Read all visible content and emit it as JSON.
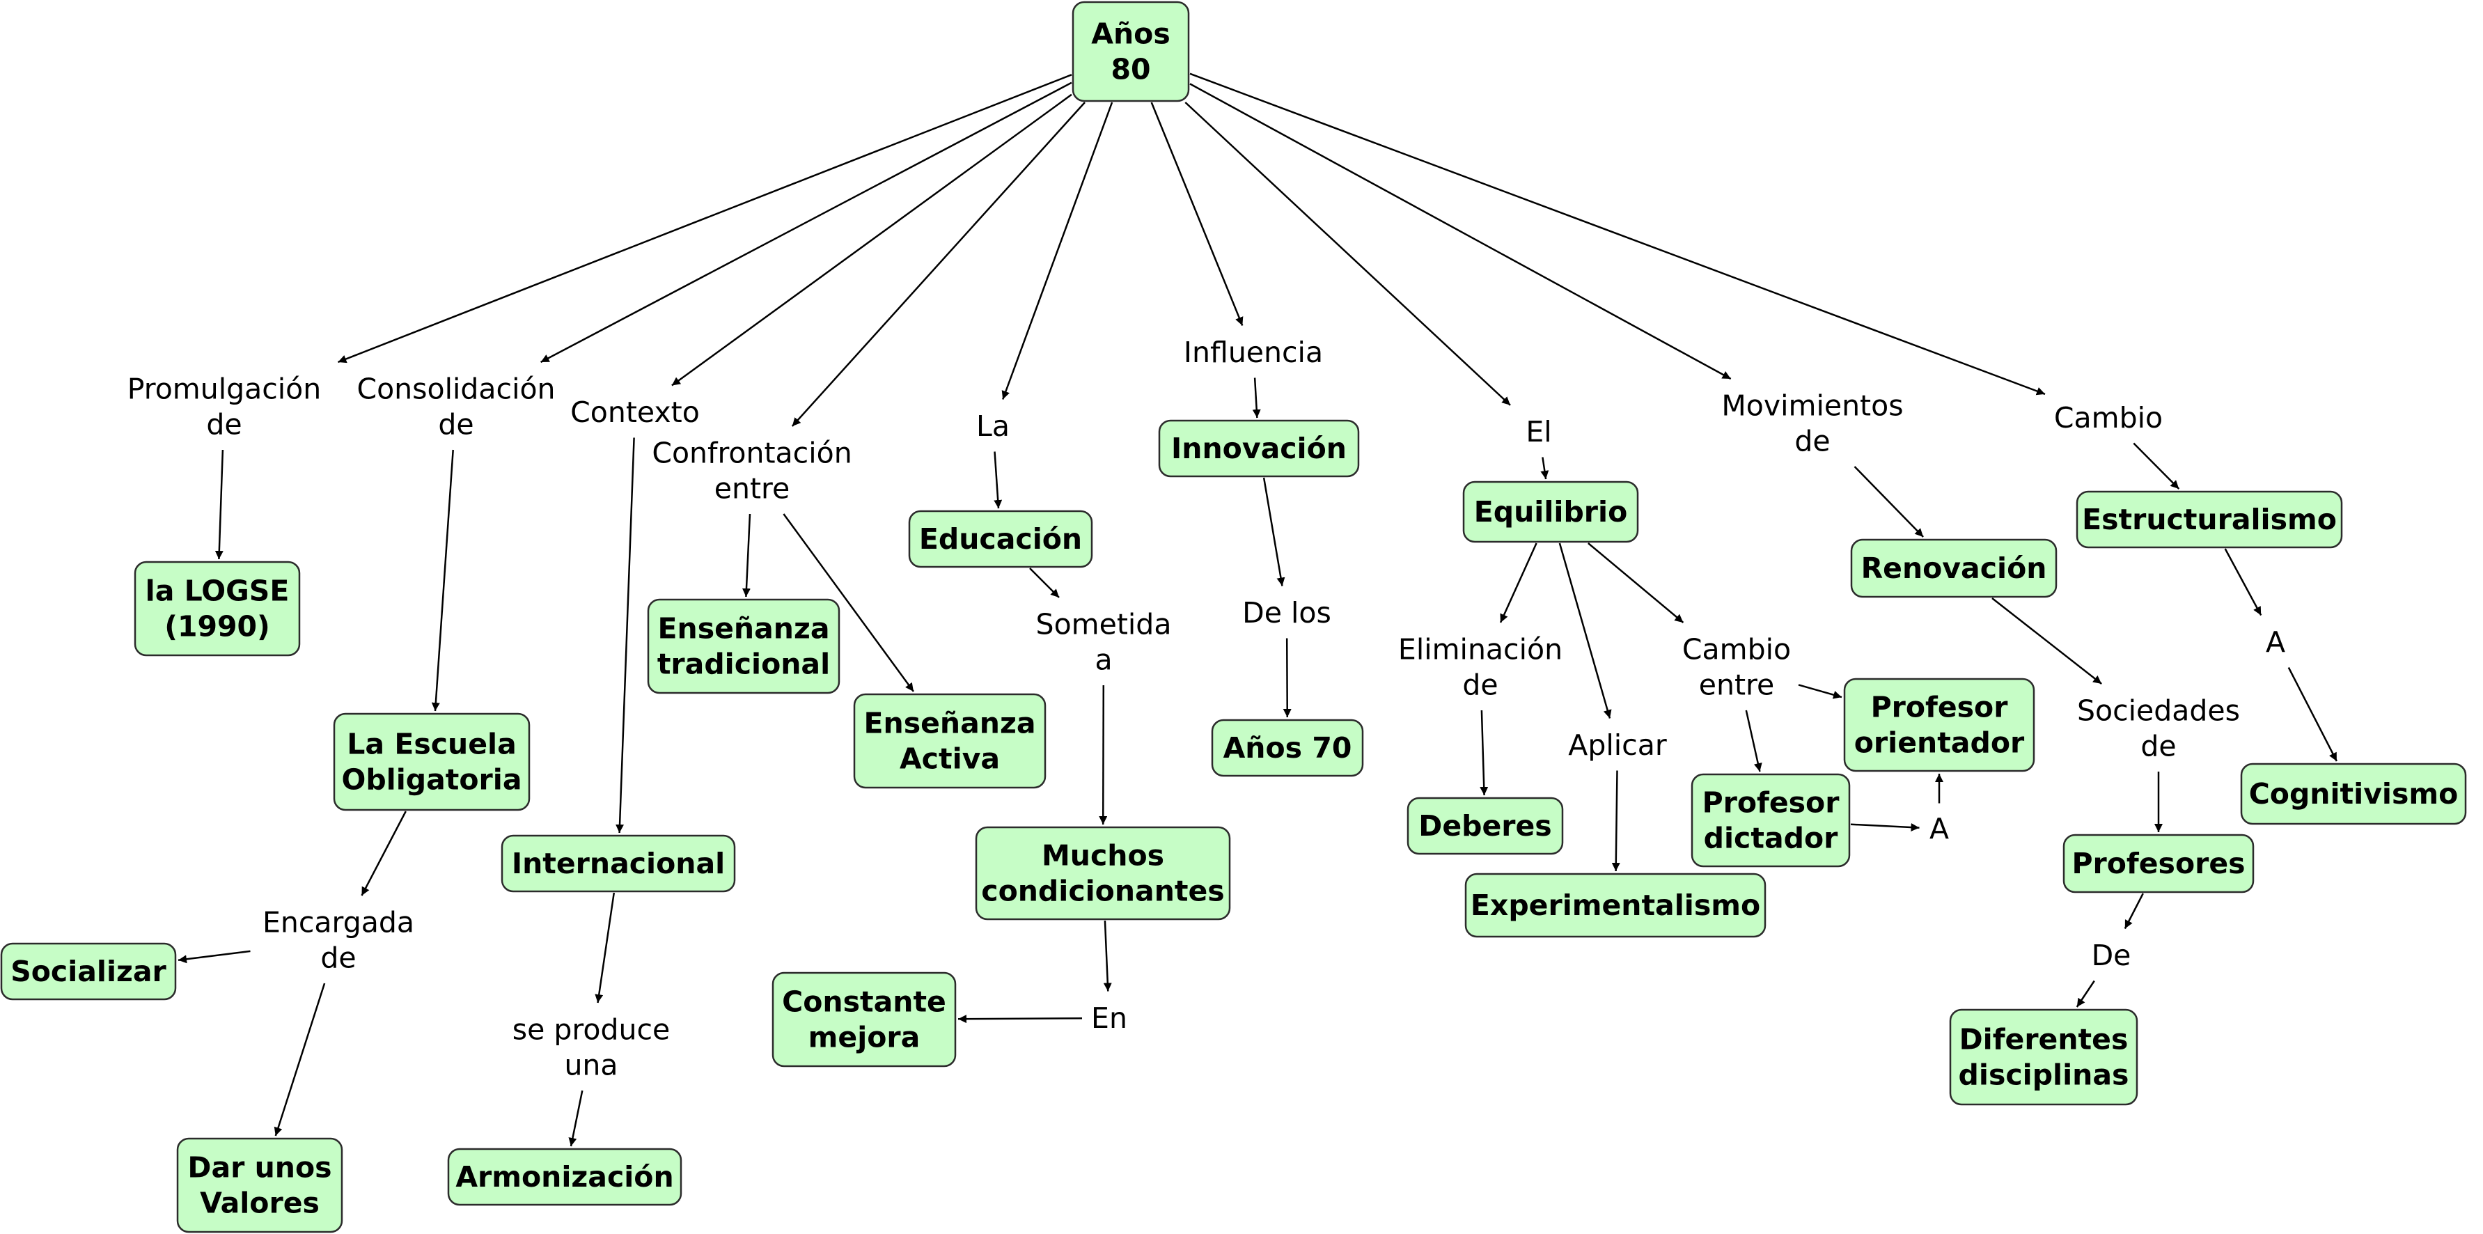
{
  "concepts": {
    "anos80": [
      "Años",
      "80"
    ],
    "logse": [
      "la LOGSE",
      "(1990)"
    ],
    "escuela": [
      "La Escuela",
      "Obligatoria"
    ],
    "socializar": [
      "Socializar"
    ],
    "valores": [
      "Dar unos",
      "Valores"
    ],
    "internacional": [
      "Internacional"
    ],
    "armonizacion": [
      "Armonización"
    ],
    "ens_trad": [
      "Enseñanza",
      "tradicional"
    ],
    "ens_activa": [
      "Enseñanza",
      "Activa"
    ],
    "educacion": [
      "Educación"
    ],
    "condicionantes": [
      "Muchos",
      "condicionantes"
    ],
    "constante": [
      "Constante",
      "mejora"
    ],
    "innovacion": [
      "Innovación"
    ],
    "anos70": [
      "Años 70"
    ],
    "equilibrio": [
      "Equilibrio"
    ],
    "deberes": [
      "Deberes"
    ],
    "experimentalismo": [
      "Experimentalismo"
    ],
    "prof_orientador": [
      "Profesor",
      "orientador"
    ],
    "prof_dictador": [
      "Profesor",
      "dictador"
    ],
    "renovacion": [
      "Renovación"
    ],
    "profesores": [
      "Profesores"
    ],
    "disciplinas": [
      "Diferentes",
      "disciplinas"
    ],
    "estructuralismo": [
      "Estructuralismo"
    ],
    "cognitivismo": [
      "Cognitivismo"
    ]
  },
  "phrases": {
    "promulgacion": [
      "Promulgación",
      "de"
    ],
    "consolidacion": [
      "Consolidación",
      "de"
    ],
    "contexto": [
      "Contexto"
    ],
    "confrontacion": [
      "Confrontación",
      "entre"
    ],
    "la": [
      "La"
    ],
    "influencia": [
      "Influencia"
    ],
    "el": [
      "El"
    ],
    "movimientos": [
      "Movimientos",
      "de"
    ],
    "cambio": [
      "Cambio"
    ],
    "encargada": [
      "Encargada",
      "de"
    ],
    "se_produce": [
      "se produce",
      "una"
    ],
    "sometida": [
      "Sometida",
      "a"
    ],
    "en": [
      "En"
    ],
    "de_los": [
      "De los"
    ],
    "eliminacion": [
      "Eliminación",
      "de"
    ],
    "aplicar": [
      "Aplicar"
    ],
    "cambio_entre": [
      "Cambio",
      "entre"
    ],
    "a_prof": [
      "A"
    ],
    "sociedades": [
      "Sociedades",
      "de"
    ],
    "de_disc": [
      "De"
    ],
    "a_cogn": [
      "A"
    ]
  },
  "links": [
    [
      "anos80",
      "promulgacion"
    ],
    [
      "anos80",
      "consolidacion"
    ],
    [
      "anos80",
      "contexto"
    ],
    [
      "anos80",
      "confrontacion"
    ],
    [
      "anos80",
      "la"
    ],
    [
      "anos80",
      "influencia"
    ],
    [
      "anos80",
      "el"
    ],
    [
      "anos80",
      "movimientos"
    ],
    [
      "anos80",
      "cambio"
    ],
    [
      "promulgacion",
      "logse"
    ],
    [
      "consolidacion",
      "escuela"
    ],
    [
      "escuela",
      "encargada"
    ],
    [
      "encargada",
      "socializar"
    ],
    [
      "encargada",
      "valores"
    ],
    [
      "contexto",
      "internacional"
    ],
    [
      "internacional",
      "se_produce"
    ],
    [
      "se_produce",
      "armonizacion"
    ],
    [
      "confrontacion",
      "ens_trad"
    ],
    [
      "confrontacion",
      "ens_activa"
    ],
    [
      "la",
      "educacion"
    ],
    [
      "educacion",
      "sometida"
    ],
    [
      "sometida",
      "condicionantes"
    ],
    [
      "condicionantes",
      "en"
    ],
    [
      "en",
      "constante"
    ],
    [
      "influencia",
      "innovacion"
    ],
    [
      "innovacion",
      "de_los"
    ],
    [
      "de_los",
      "anos70"
    ],
    [
      "el",
      "equilibrio"
    ],
    [
      "equilibrio",
      "eliminacion"
    ],
    [
      "eliminacion",
      "deberes"
    ],
    [
      "equilibrio",
      "aplicar"
    ],
    [
      "aplicar",
      "experimentalismo"
    ],
    [
      "equilibrio",
      "cambio_entre"
    ],
    [
      "cambio_entre",
      "prof_orientador"
    ],
    [
      "cambio_entre",
      "prof_dictador"
    ],
    [
      "prof_dictador",
      "a_prof"
    ],
    [
      "a_prof",
      "prof_orientador"
    ],
    [
      "movimientos",
      "renovacion"
    ],
    [
      "renovacion",
      "sociedades"
    ],
    [
      "sociedades",
      "profesores"
    ],
    [
      "profesores",
      "de_disc"
    ],
    [
      "de_disc",
      "disciplinas"
    ],
    [
      "cambio",
      "estructuralismo"
    ],
    [
      "estructuralismo",
      "a_cogn"
    ],
    [
      "a_cogn",
      "cognitivismo"
    ]
  ]
}
